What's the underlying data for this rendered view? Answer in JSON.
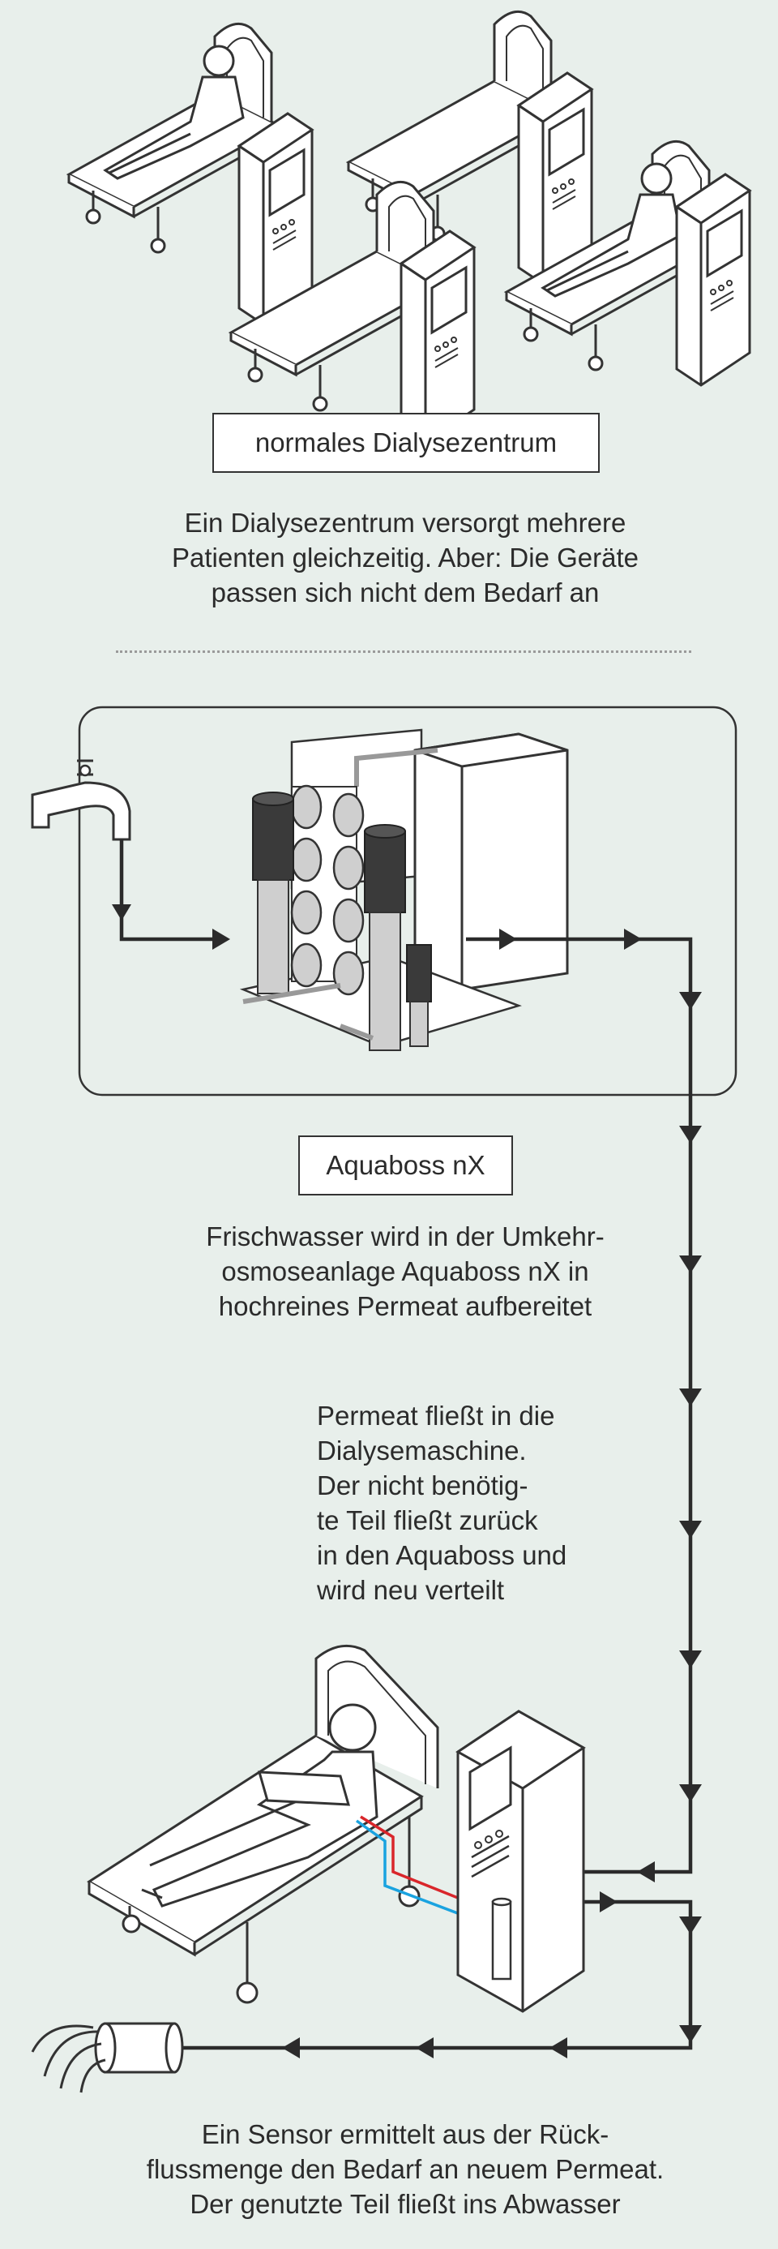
{
  "top_section": {
    "label": "normales Dialysezentrum",
    "description_lines": [
      "Ein Dialysezentrum versorgt mehrere",
      "Patienten gleichzeitig. Aber: Die Geräte",
      "passen sich nicht dem Bedarf an"
    ]
  },
  "aquaboss_section": {
    "label": "Aquaboss nX",
    "description_lines": [
      "Frischwasser wird in der Umkehr-",
      "osmoseanlage Aquaboss nX in",
      "hochreines Permeat aufbereitet"
    ]
  },
  "permeat_section": {
    "description_lines": [
      "Permeat fließt in die",
      "Dialysemaschine.",
      "Der nicht benötig-",
      "te Teil fließt zurück",
      "in den Aquaboss und",
      "wird neu verteilt"
    ]
  },
  "sensor_section": {
    "description_lines": [
      "Ein Sensor ermittelt aus der Rück-",
      "flussmenge den Bedarf an neuem Permeat.",
      "Der genutzte Teil fließt ins Abwasser"
    ]
  },
  "colors": {
    "background": "#e8efeb",
    "line": "#2b2b2b",
    "dark_cylinder": "#3a3a3a",
    "light_cylinder": "#cfcfcf",
    "blood_red": "#d9262b",
    "permeat_blue": "#1aa3e0"
  }
}
